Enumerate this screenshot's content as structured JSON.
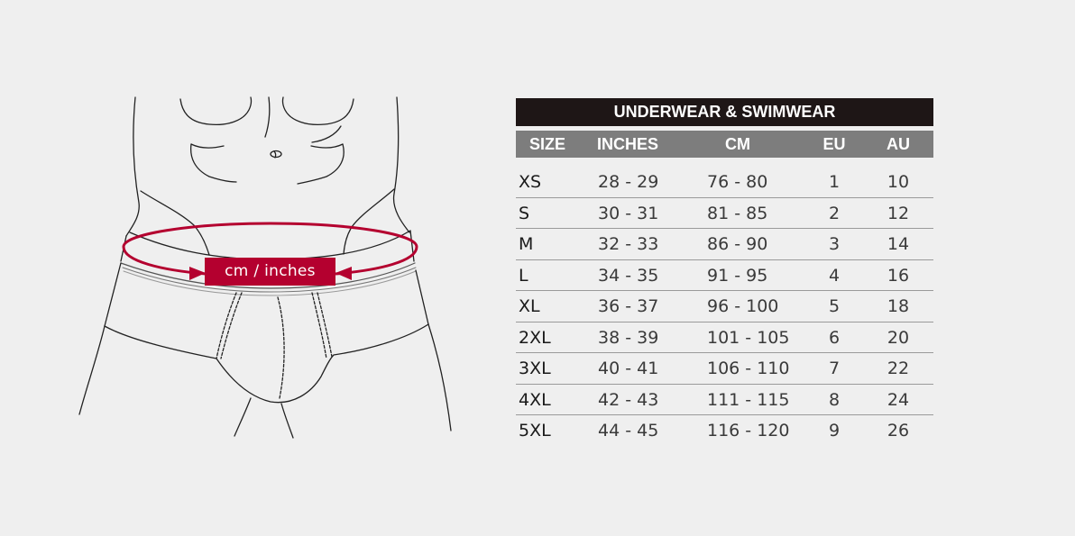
{
  "illustration": {
    "measure_label": "cm / inches",
    "accent_color": "#b4002f"
  },
  "chart": {
    "title": "UNDERWEAR & SWIMWEAR",
    "headers": {
      "size": "SIZE",
      "inches": "INCHES",
      "cm": "CM",
      "eu": "EU",
      "au": "AU"
    },
    "rows": [
      {
        "size": "XS",
        "inches": "28 - 29",
        "cm": "76 - 80",
        "eu": "1",
        "au": "10"
      },
      {
        "size": "S",
        "inches": "30 - 31",
        "cm": "81 - 85",
        "eu": "2",
        "au": "12"
      },
      {
        "size": "M",
        "inches": "32 - 33",
        "cm": "86 - 90",
        "eu": "3",
        "au": "14"
      },
      {
        "size": "L",
        "inches": "34 - 35",
        "cm": "91 - 95",
        "eu": "4",
        "au": "16"
      },
      {
        "size": "XL",
        "inches": "36 - 37",
        "cm": "96 - 100",
        "eu": "5",
        "au": "18"
      },
      {
        "size": "2XL",
        "inches": "38 - 39",
        "cm": "101 - 105",
        "eu": "6",
        "au": "20"
      },
      {
        "size": "3XL",
        "inches": "40 - 41",
        "cm": "106 - 110",
        "eu": "7",
        "au": "22"
      },
      {
        "size": "4XL",
        "inches": "42 - 43",
        "cm": "111 - 115",
        "eu": "8",
        "au": "24"
      },
      {
        "size": "5XL",
        "inches": "44 - 45",
        "cm": "116 - 120",
        "eu": "9",
        "au": "26"
      }
    ]
  }
}
